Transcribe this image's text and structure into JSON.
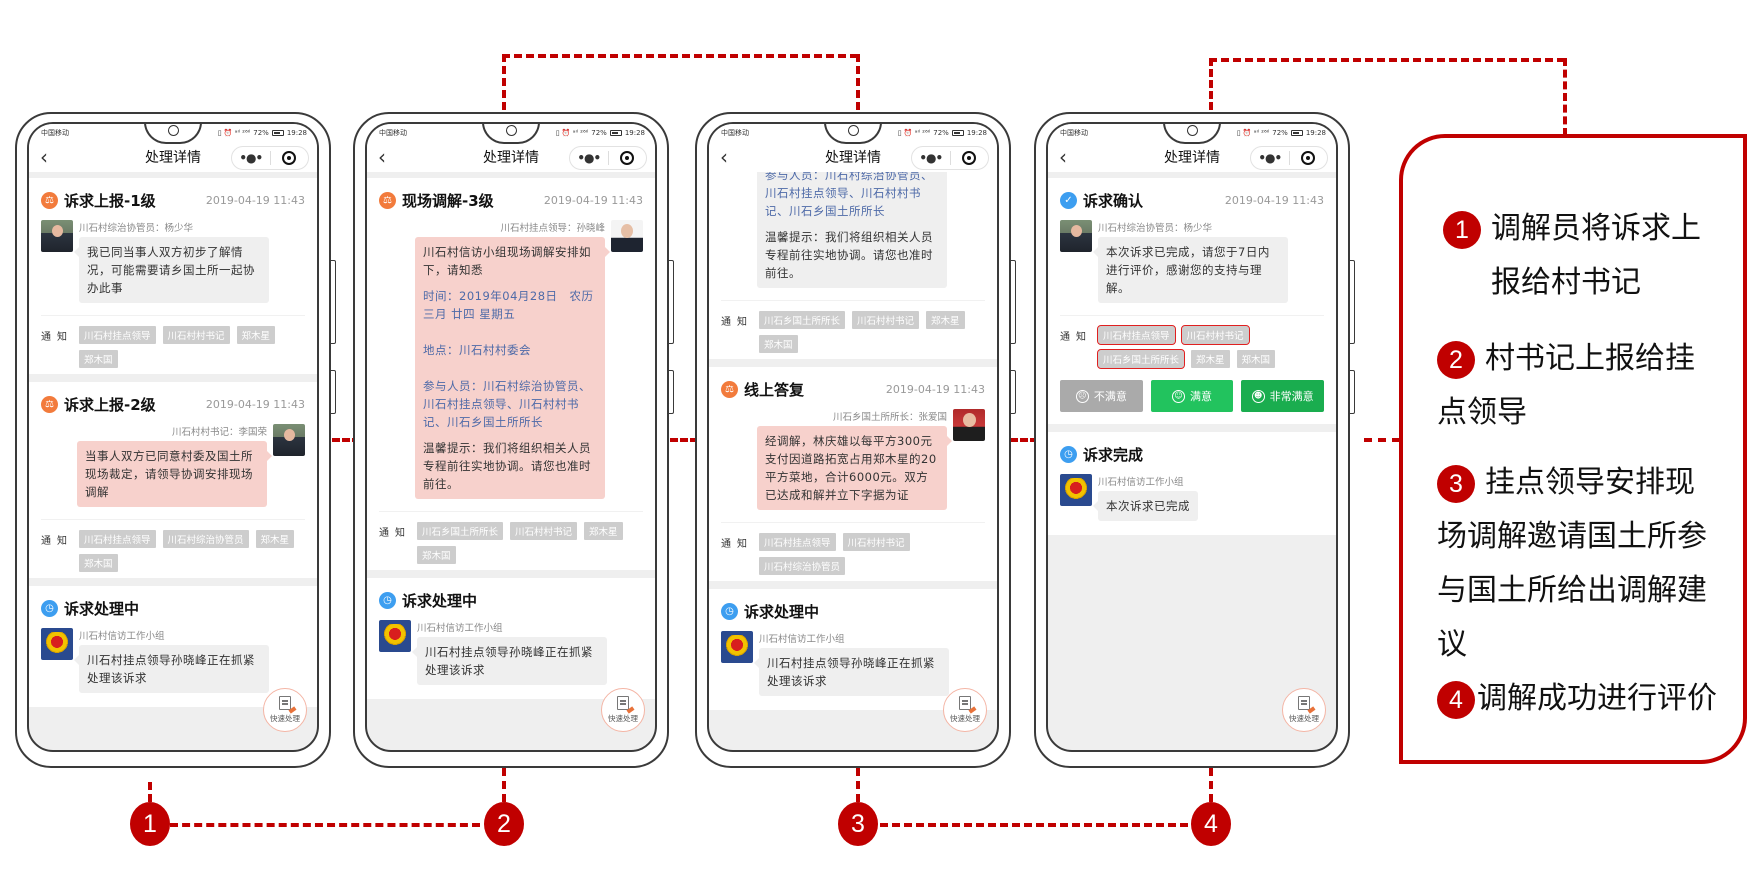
{
  "common": {
    "carrier": "中国移动",
    "status_icons": "▯ ⏰ ᵃᴵˡ ²⁶ᴵˡ",
    "battery_pct": "72%",
    "time": "19:28",
    "nav_title": "处理详情",
    "back_glyph": "‹",
    "more_glyph": "•●•",
    "notify_label": "通知",
    "fab_label": "快速处理"
  },
  "phones": [
    {
      "sections": [
        {
          "title": "诉求上报-1级",
          "icon": "gavel-icon",
          "date": "2019-04-19 11:43",
          "sender": "川石村综治协管员：杨少华",
          "message": "我已同当事人双方初步了解情况，可能需要请乡国土所一起协办此事",
          "tags": [
            "川石村挂点领导",
            "川石村村书记",
            "郑木星",
            "郑木国"
          ]
        },
        {
          "title": "诉求上报-2级",
          "icon": "gavel-icon",
          "date": "2019-04-19 11:43",
          "sender": "川石村村书记：李国荣",
          "message": "当事人双方已同意村委及国土所现场裁定，请领导协调安排现场调解",
          "tags": [
            "川石村挂点领导",
            "川石村综治协管员",
            "郑木星",
            "郑木国"
          ]
        },
        {
          "title": "诉求处理中",
          "icon": "clock-icon",
          "sender": "川石村信访工作小组",
          "message": "川石村挂点领导孙晓峰正在抓紧处理该诉求"
        }
      ]
    },
    {
      "sections": [
        {
          "title": "现场调解-3级",
          "icon": "gavel-icon",
          "date": "2019-04-19 11:43",
          "sender": "川石村挂点领导：孙晓峰",
          "message_intro": "川石村信访小组现场调解安排如下，请知悉",
          "time_line": "时间：2019年04月28日　农历三月 廿四 星期五",
          "place_line": "地点：川石村村委会",
          "people_line": "参与人员：川石村综治协管员、川石村挂点领导、川石村村书记、川石乡国土所所长",
          "tip_line": "温馨提示：我们将组织相关人员专程前往实地协调。请您也准时前往。",
          "tags": [
            "川石乡国土所所长",
            "川石村村书记",
            "郑木星",
            "郑木国"
          ]
        },
        {
          "title": "诉求处理中",
          "icon": "clock-icon",
          "sender": "川石村信访工作小组",
          "message": "川石村挂点领导孙晓峰正在抓紧处理该诉求"
        }
      ]
    },
    {
      "sections": [
        {
          "people_tail": "参与人员：川石村综治协管员、",
          "people_line": "川石村挂点领导、川石村村书记、川石乡国土所所长",
          "tip_line": "温馨提示：我们将组织相关人员专程前往实地协调。请您也准时前往。",
          "tags": [
            "川石乡国土所所长",
            "川石村村书记",
            "郑木星",
            "郑木国"
          ]
        },
        {
          "title": "线上答复",
          "icon": "gavel-icon",
          "date": "2019-04-19 11:43",
          "sender": "川石乡国土所所长：张爱国",
          "message": "经调解，林庆雄以每平方300元支付因道路拓宽占用郑木星的20平方菜地，合计6000元。双方已达成和解并立下字据为证",
          "tags": [
            "川石村挂点领导",
            "川石村村书记",
            "川石村综治协管员"
          ]
        },
        {
          "title": "诉求处理中",
          "icon": "clock-icon",
          "sender": "川石村信访工作小组",
          "message": "川石村挂点领导孙晓峰正在抓紧处理该诉求"
        }
      ]
    },
    {
      "sections": [
        {
          "title": "诉求确认",
          "icon": "check-icon",
          "date": "2019-04-19 11:43",
          "sender": "川石村综治协管员：杨少华",
          "message": "本次诉求已完成，请您于7日内进行评价，感谢您的支持与理解。",
          "tags": [
            "川石村挂点领导",
            "川石村村书记",
            "川石乡国土所所长",
            "郑木星",
            "郑木国"
          ],
          "highlighted_tags": [
            0,
            1,
            2
          ],
          "ratings": [
            {
              "label": "不满意",
              "face": "☹",
              "color": "#aaaaaa"
            },
            {
              "label": "满意",
              "face": "☺",
              "color": "#22c35e"
            },
            {
              "label": "非常满意",
              "face": "☻",
              "color": "#1aad4f"
            }
          ]
        },
        {
          "title": "诉求完成",
          "icon": "clock-icon",
          "sender": "川石村信访工作小组",
          "message": "本次诉求已完成"
        }
      ]
    }
  ],
  "steps": [
    "1",
    "2",
    "3",
    "4"
  ],
  "legend": {
    "accent": "#c00000",
    "items": [
      {
        "num": "1",
        "text_a": "调解员将诉求上",
        "text_b": "报给村书记"
      },
      {
        "num": "2",
        "text_a": "村书记上报给挂",
        "text_b": "点领导"
      },
      {
        "num": "3",
        "text_a": "挂点领导安排现",
        "text_b": "场调解邀请国土所参",
        "text_c": "与国土所给出调解建",
        "text_d": "议"
      },
      {
        "num": "4",
        "text_a": "调解成功进行评价"
      }
    ]
  }
}
